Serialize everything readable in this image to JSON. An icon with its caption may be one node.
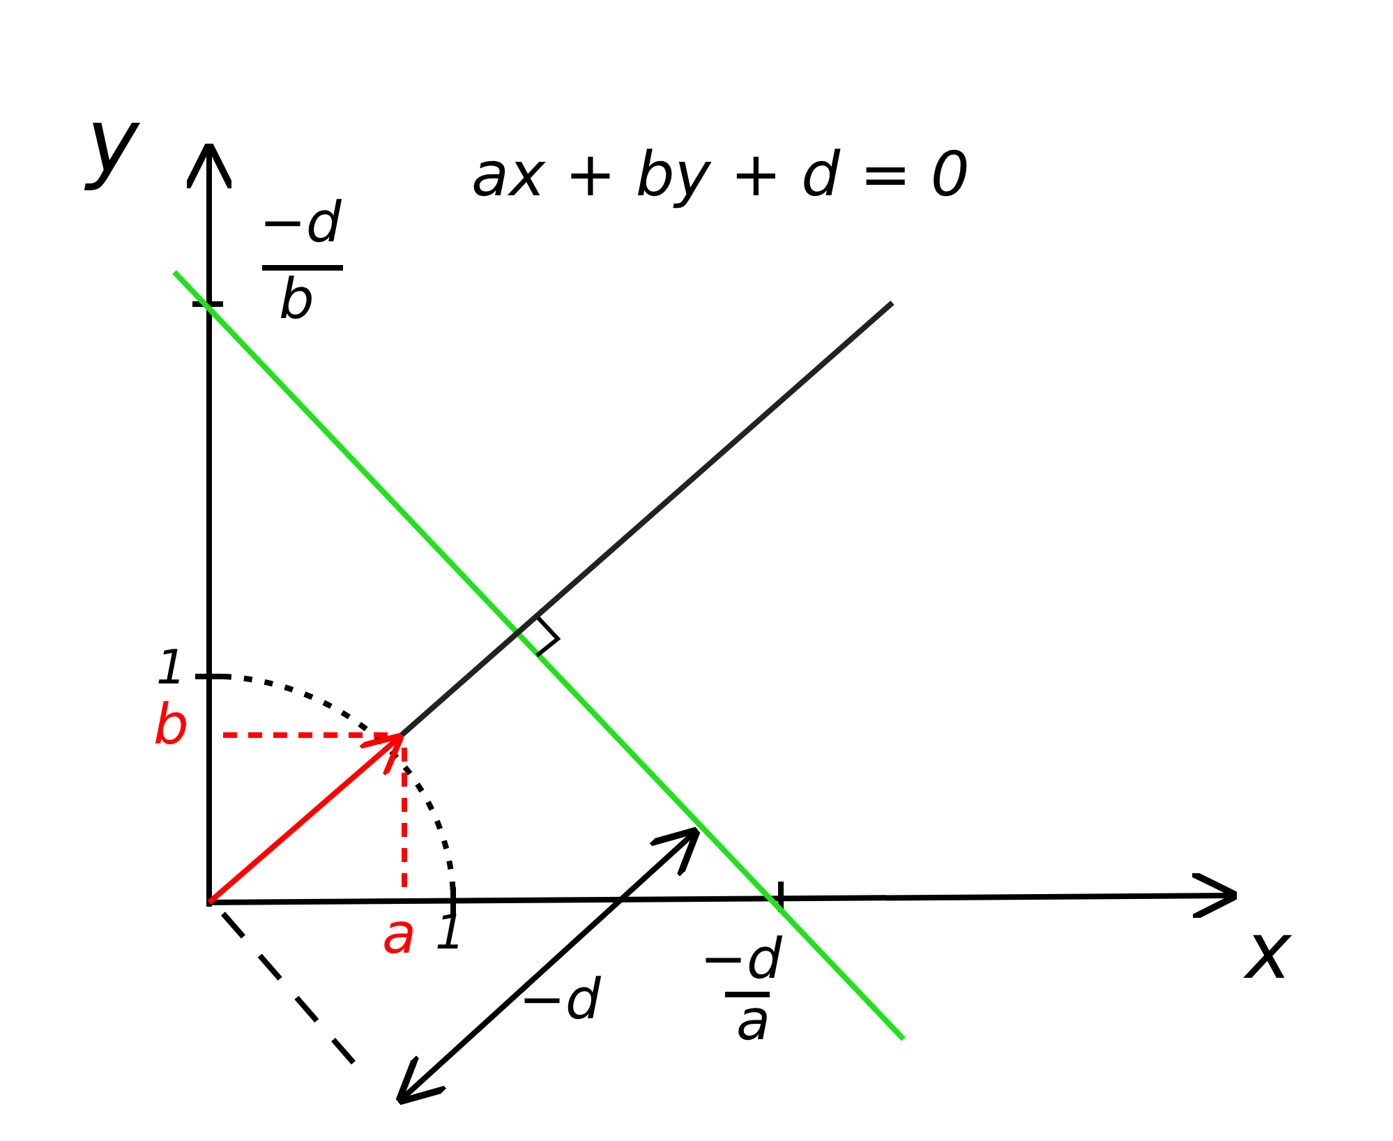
{
  "diagram": {
    "title": "ax + by + d = 0",
    "labels": [
      "y",
      "−d",
      "b",
      "1",
      "b",
      "a",
      "1",
      "x",
      "−d",
      "−d",
      "a"
    ]
  }
}
